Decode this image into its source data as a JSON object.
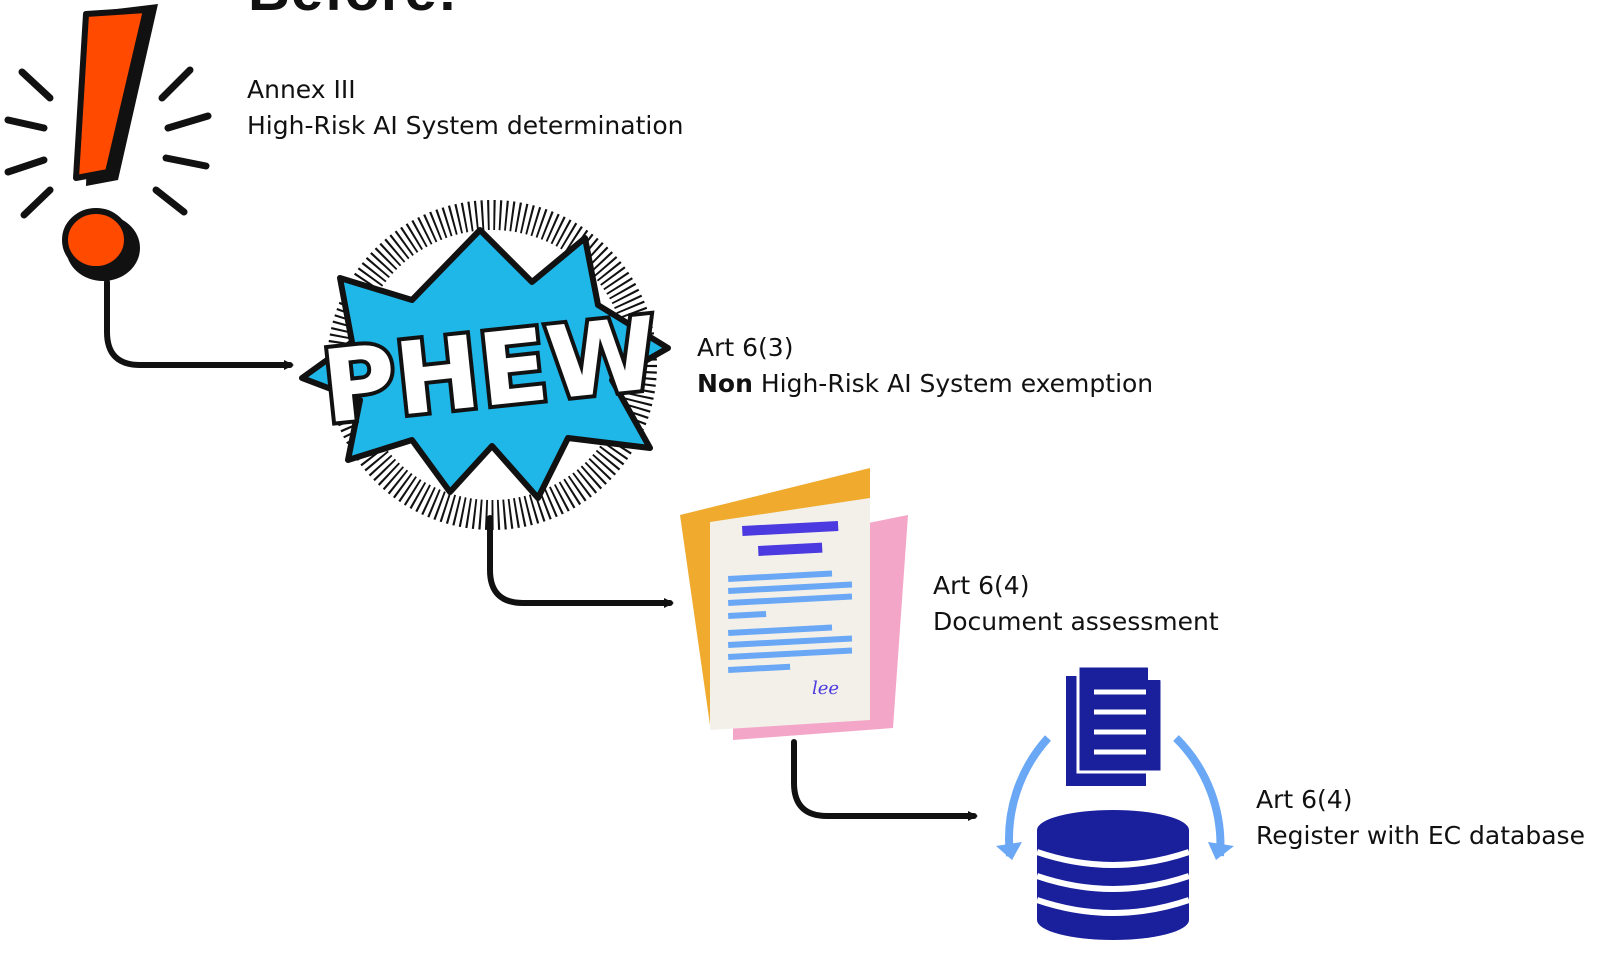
{
  "heading": "Before:",
  "steps": [
    {
      "icon": "exclamation-icon",
      "line1": "Annex III",
      "line2": "High-Risk AI System determination"
    },
    {
      "icon": "phew-burst-icon",
      "word": "PHEW",
      "line1": "Art 6(3)",
      "line2_bold": "Non",
      "line2_rest": " High-Risk AI System exemption"
    },
    {
      "icon": "document-icon",
      "signature": "lee",
      "line1": "Art 6(4)",
      "line2": "Document assessment"
    },
    {
      "icon": "database-icon",
      "line1": "Art 6(4)",
      "line2": "Register with EC database"
    }
  ],
  "colors": {
    "exclamation": "#ff4a00",
    "burst": "#1fb6e8",
    "folder_orange": "#f0ab2e",
    "folder_pink": "#f4a6c8",
    "doc_heading": "#4b3ae0",
    "doc_lines": "#6aa8f5",
    "database": "#1a1f9c",
    "cycle_arrows": "#6aa8f5",
    "connector": "#111111"
  }
}
